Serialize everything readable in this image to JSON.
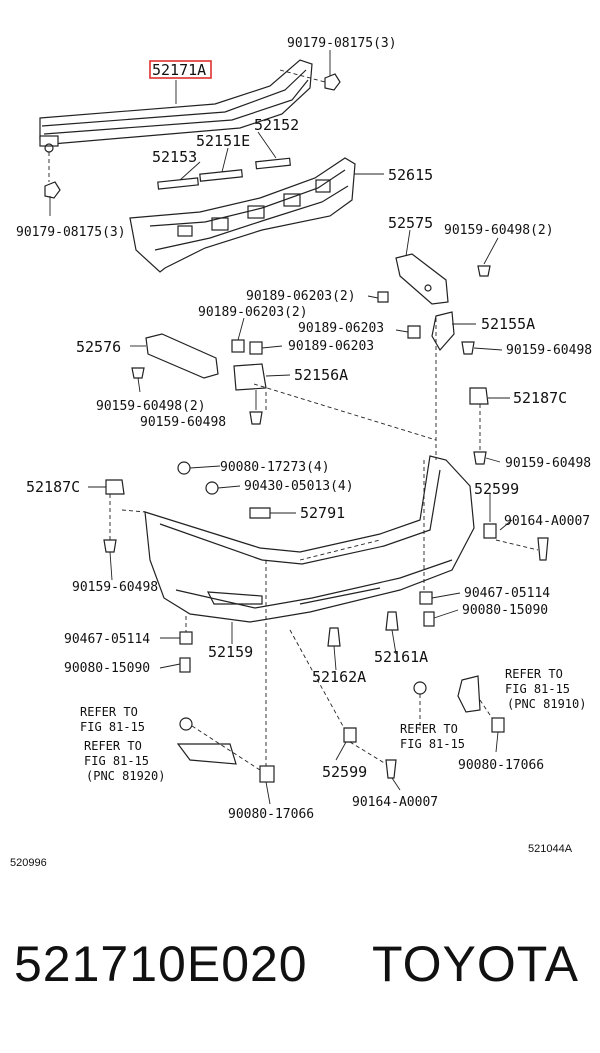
{
  "labels": {
    "p521717A": "52171A",
    "p90179_top": "90179-08175(3)",
    "p90179_left": "90179-08175(3)",
    "p52152": "52152",
    "p52151E": "52151E",
    "p52153": "52153",
    "p52615": "52615",
    "p52575": "52575",
    "p90159_top": "90159-60498(2)",
    "p90189_a": "90189-06203(2)",
    "p90189_b": "90189-06203(2)",
    "p90189_c": "90189-06203",
    "p90189_d": "90189-06203",
    "p52155A": "52155A",
    "p90159_r1": "90159-60498",
    "p52576": "52576",
    "p52156A": "52156A",
    "p90159_l2": "90159-60498(2)",
    "p90159_l1": "90159-60498",
    "p52187C_r": "52187C",
    "p90159_r2": "90159-60498",
    "p90080_17273": "90080-17273(4)",
    "p52187C_l": "52187C",
    "p90430": "90430-05013(4)",
    "p52599_r": "52599",
    "p52791": "52791",
    "p90164_r": "90164-A0007",
    "p90159_l3": "90159-60498",
    "p90467_r": "90467-05114",
    "p90080_15090_r": "90080-15090",
    "p90467_l": "90467-05114",
    "p52159": "52159",
    "p52161A": "52161A",
    "p90080_15090_l": "90080-15090",
    "p52162A": "52162A",
    "ref_r1": "REFER TO",
    "ref_r2": "FIG 81-15",
    "ref_r3": "(PNC 81910)",
    "ref_l1": "REFER TO",
    "ref_l2": "FIG 81-15",
    "ref_c1": "REFER TO",
    "ref_c2": "FIG 81-15",
    "ref_l3": "REFER TO",
    "ref_l4": "FIG 81-15",
    "ref_l5": "(PNC 81920)",
    "p90080_17066_r": "90080-17066",
    "p52599_b": "52599",
    "p90164_b": "90164-A0007",
    "p90080_17066_b": "90080-17066",
    "code_left": "520996",
    "code_right": "521044A"
  },
  "caption": {
    "part_number": "521710E020",
    "brand": "TOYOTA"
  },
  "highlight_color": "#e03030"
}
